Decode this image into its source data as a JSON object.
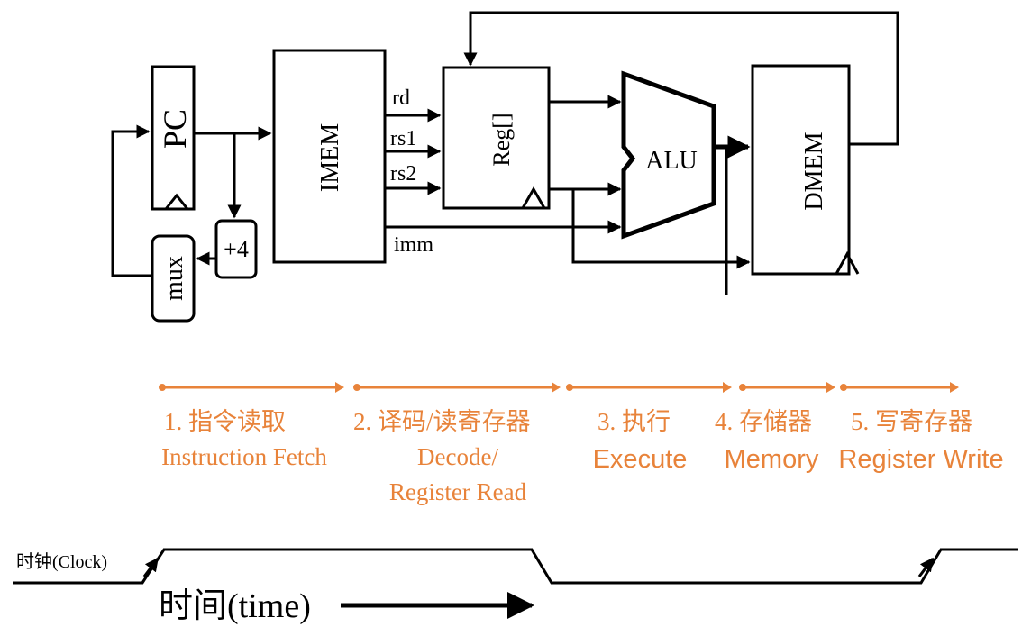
{
  "datapath": {
    "pc_label": "PC",
    "imem_label": "IMEM",
    "reg_label": "Reg[]",
    "alu_label": "ALU",
    "dmem_label": "DMEM",
    "mux_label": "mux",
    "plus4_label": "+4",
    "rd_label": "rd",
    "rs1_label": "rs1",
    "rs2_label": "rs2",
    "imm_label": "imm"
  },
  "stages": [
    {
      "cn": "1.  指令读取",
      "en": [
        "Instruction Fetch"
      ]
    },
    {
      "cn": "2. 译码/读寄存器",
      "en": [
        "Decode/",
        "Register Read"
      ]
    },
    {
      "cn": "3. 执行",
      "en": [
        "Execute"
      ]
    },
    {
      "cn": "4. 存储器",
      "en": [
        "Memory"
      ]
    },
    {
      "cn": "5. 写寄存器",
      "en": [
        "Register Write"
      ]
    }
  ],
  "clock": {
    "label": "时钟(Clock)",
    "time_label": "时间(time)"
  },
  "colors": {
    "stage_accent": "#E8833A",
    "line": "#000000"
  }
}
